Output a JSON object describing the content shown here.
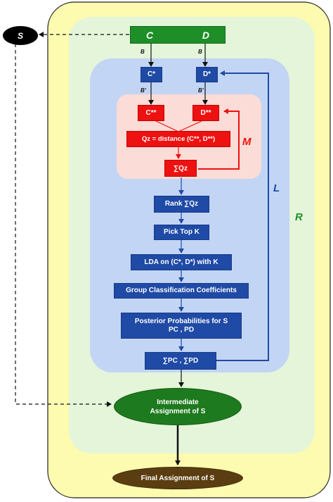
{
  "regions": {
    "outer_label": "R",
    "middle_label": "L",
    "inner_label": "M"
  },
  "nodes": {
    "s": "S",
    "c": "C",
    "d": "D",
    "c_star": "C*",
    "d_star": "D*",
    "c_star2": "C**",
    "d_star2": "D**",
    "qz": "Qz = distance (C**, D**)",
    "sum_qz": "∑Qz",
    "rank": "Rank ∑Qz",
    "pick_top": "Pick Top K",
    "lda": "LDA on (C*, D*) with K",
    "group_coeff": "Group Classification Coefficients",
    "posterior_line1": "Posterior Probabilities for S",
    "posterior_line2": "PC , PD",
    "sum_p": "∑PC , ∑PD",
    "intermediate_line1": "Intermediate",
    "intermediate_line2": "Assignment of S",
    "final": "Final Assignment of S"
  },
  "edge_labels": {
    "b1": "B",
    "b2": "B",
    "b3": "B'",
    "b4": "B'"
  },
  "colors": {
    "outer_bg": "#fdfbb0",
    "middle_bg": "#e4f5da",
    "inner_bg": "#c3d5f4",
    "loop_bg": "#fbdcd6",
    "blue": "#1f4aa6",
    "red": "#ee1111",
    "green": "#1e8e28",
    "final_brown": "#5a3d10"
  }
}
